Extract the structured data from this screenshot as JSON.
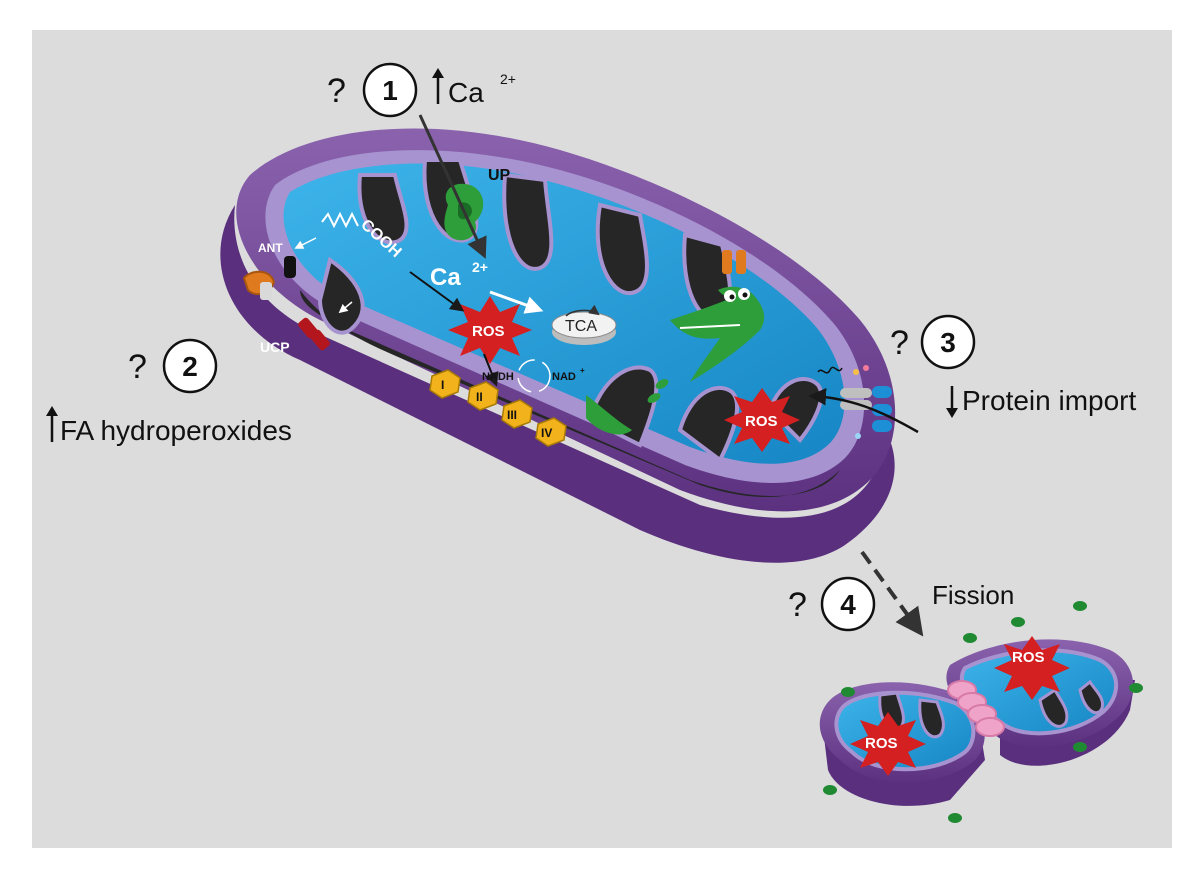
{
  "colors": {
    "background": "#dcdcdc",
    "outer_membrane": "#6b3f8e",
    "inner_membrane": "#9a87c4",
    "matrix": "#1e9fd8",
    "cristae_dark": "#262626",
    "ros_red": "#d42020",
    "complex_yellow": "#f2b21b",
    "protein_green": "#2e9e3a",
    "ant_orange": "#e07a1f"
  },
  "steps": [
    {
      "number": "1",
      "question": "?",
      "label_main": "Ca",
      "label_sup": "2+"
    },
    {
      "number": "2",
      "question": "?",
      "label_main": "FA hydroperoxides"
    },
    {
      "number": "3",
      "question": "?",
      "label_main": "Protein import"
    },
    {
      "number": "4",
      "question": "?",
      "label_main": "Fission"
    }
  ],
  "labels": {
    "up": "UP",
    "ant": "ANT",
    "ucp": "UCP",
    "cooh": "COOH",
    "ca_inner": "Ca",
    "ca_inner_sup": "2+",
    "tca": "TCA",
    "nadh": "NADH",
    "nad": "NAD",
    "nad_sup": "+",
    "ros": "ROS",
    "complex_i": "I",
    "complex_ii": "II",
    "complex_iii": "III",
    "complex_iv": "IV"
  }
}
